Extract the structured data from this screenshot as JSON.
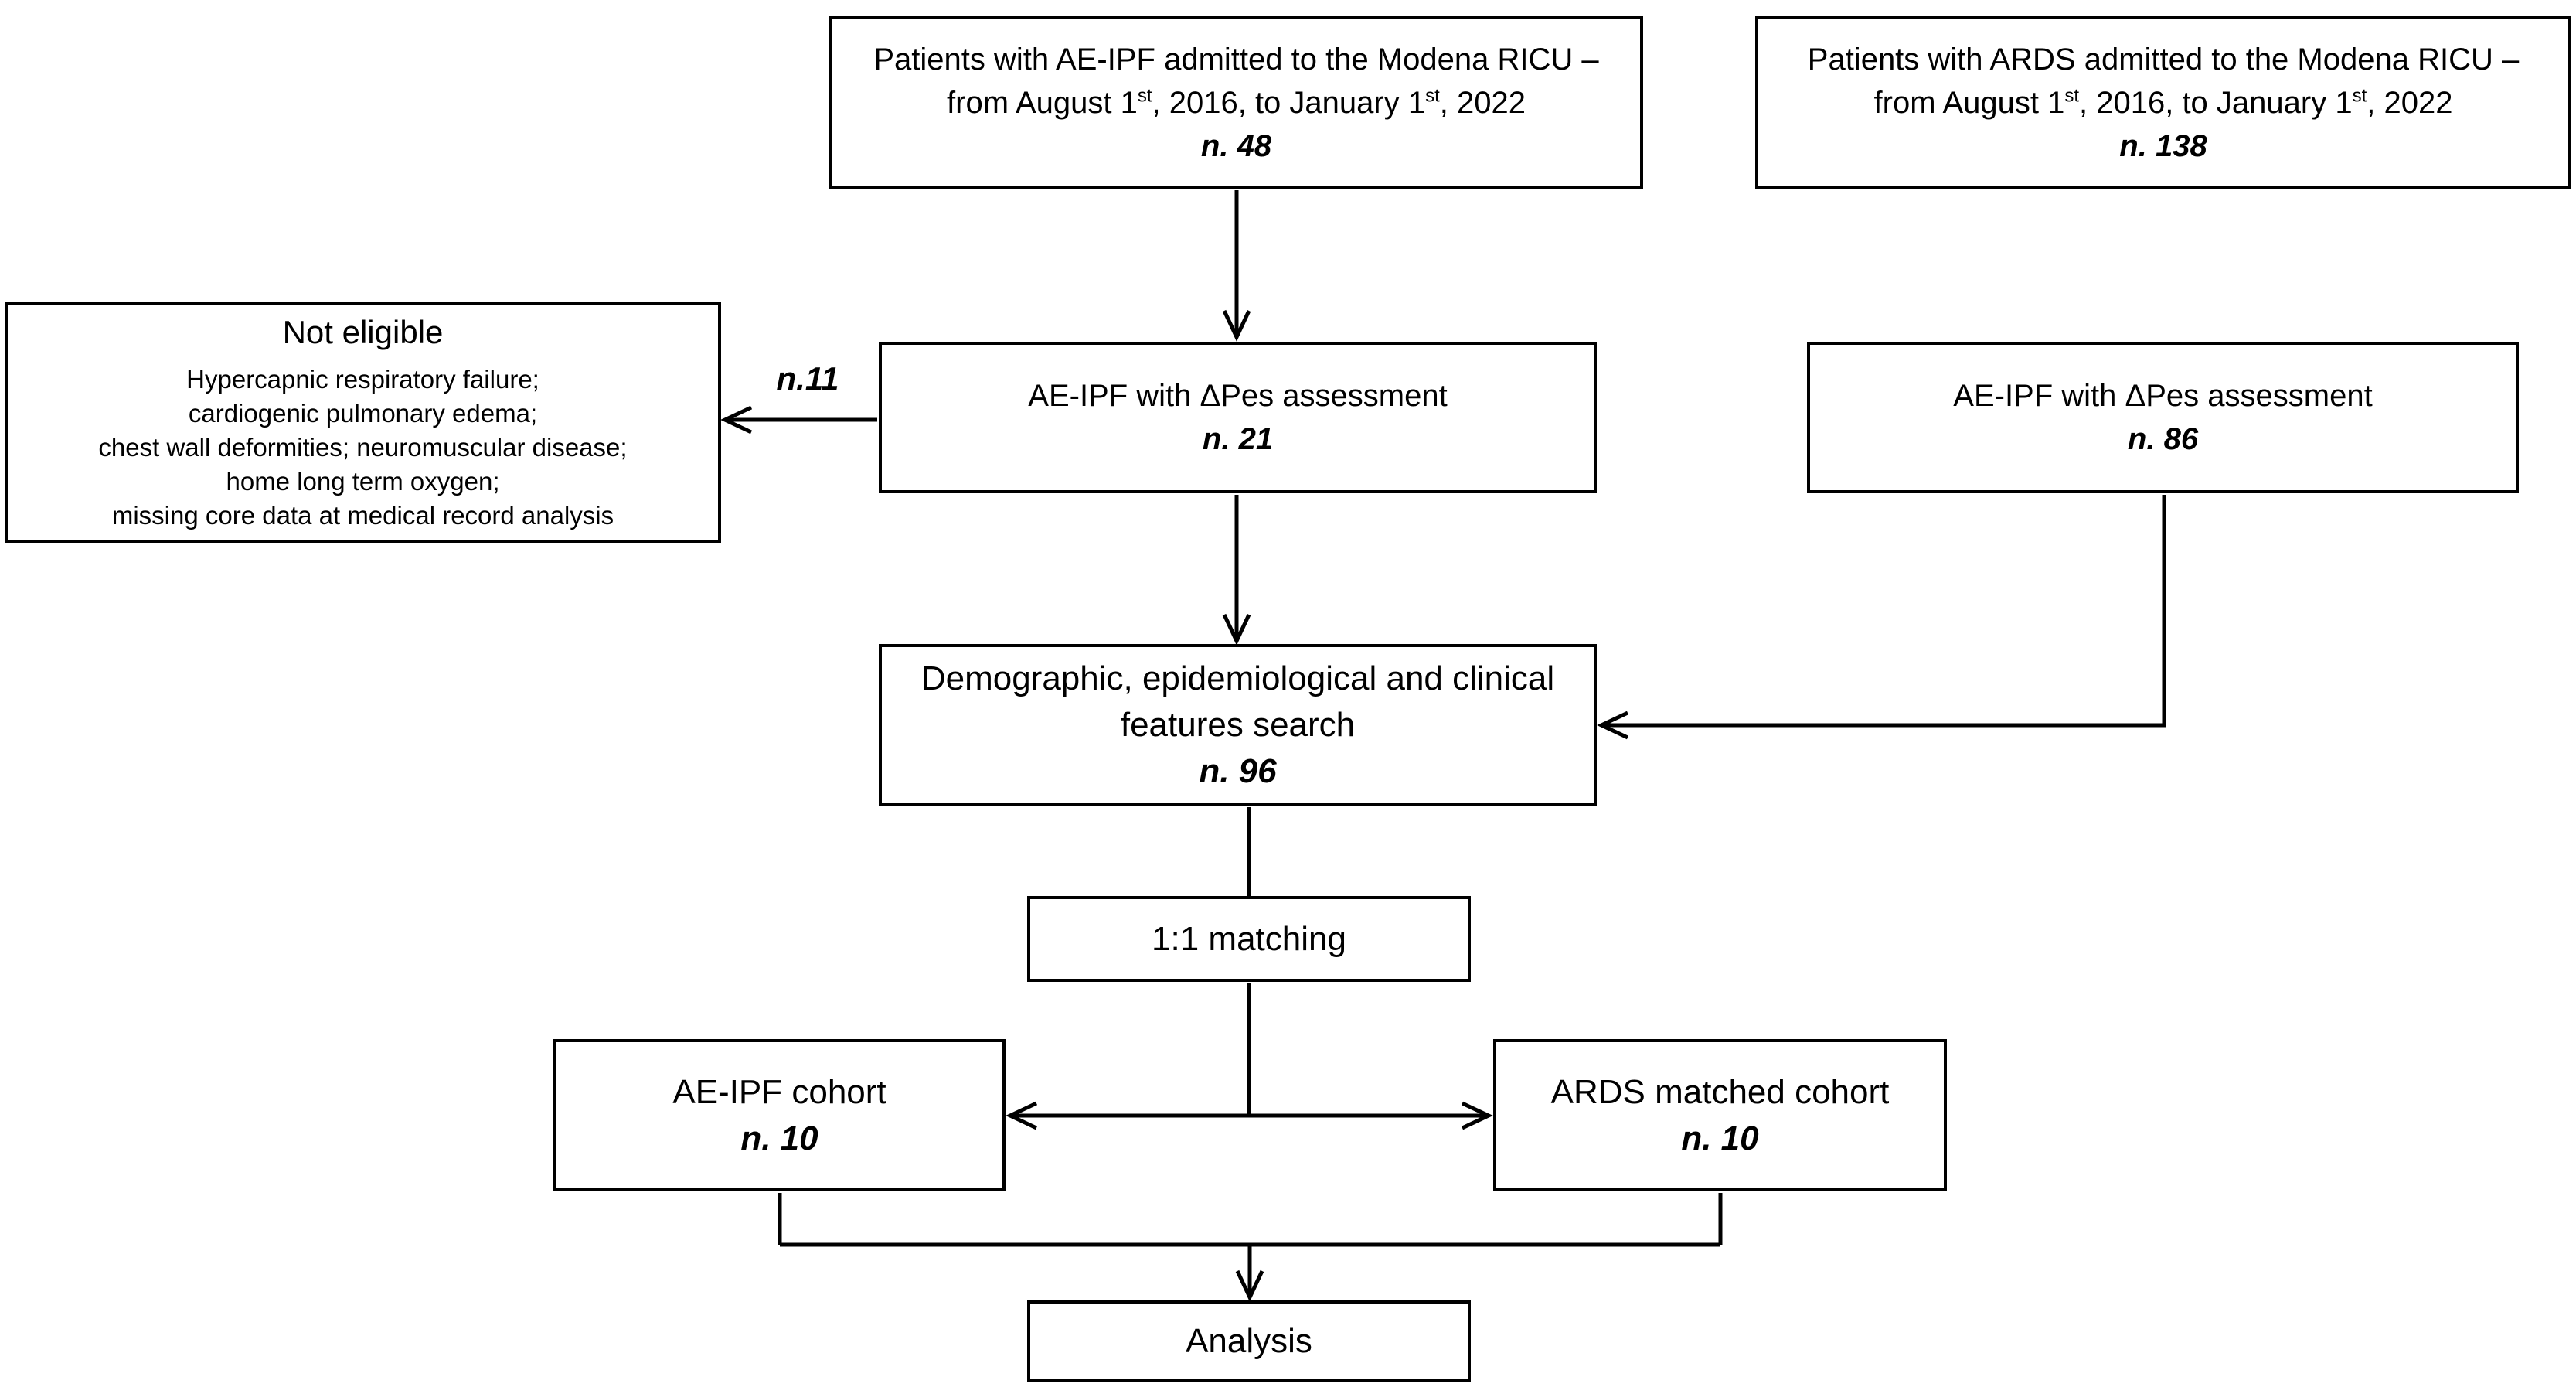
{
  "figure": {
    "type": "flow-diagram",
    "colors": {
      "line": "#000000",
      "background": "#ffffff",
      "text": "#000000"
    },
    "boxes": {
      "aeipf_admitted": {
        "line1": "Patients with AE-IPF admitted to the Modena RICU –",
        "date_parts": [
          "from August 1",
          "st",
          ", 2016, to January 1",
          "st",
          ", 2022"
        ],
        "count": "n. 48"
      },
      "ards_admitted": {
        "line1": "Patients with ARDS admitted to the Modena RICU –",
        "date_parts": [
          "from August 1",
          "st",
          ", 2016, to January 1",
          "st",
          ", 2022"
        ],
        "count": "n. 138"
      },
      "not_eligible": {
        "title": "Not eligible",
        "reasons": [
          "Hypercapnic respiratory failure;",
          "cardiogenic pulmonary edema;",
          "chest wall deformities; neuromuscular disease;",
          "home long term oxygen;",
          "missing core data at medical record analysis"
        ]
      },
      "aeipf_pes": {
        "line1": "AE-IPF with ΔPes assessment",
        "count": "n. 21"
      },
      "ards_pes": {
        "line1": "AE-IPF with ΔPes assessment",
        "count": "n. 86"
      },
      "demographic": {
        "line1": "Demographic, epidemiological and clinical",
        "line2": "features search",
        "count": "n. 96"
      },
      "matching": {
        "label": "1:1 matching"
      },
      "aeipf_cohort": {
        "line1": "AE-IPF cohort",
        "count": "n. 10"
      },
      "ards_cohort": {
        "line1": "ARDS matched cohort",
        "count": "n. 10"
      },
      "analysis": {
        "label": "Analysis"
      }
    },
    "labels": {
      "excluded_count": "n.11"
    }
  }
}
